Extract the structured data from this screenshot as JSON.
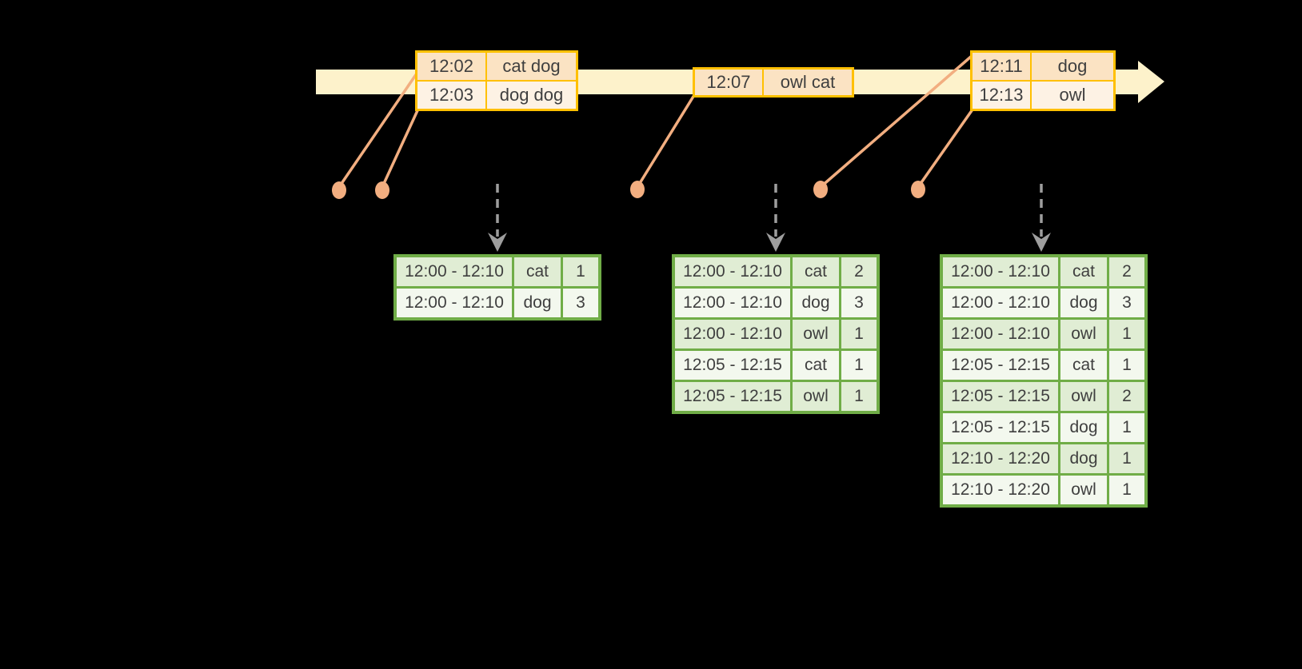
{
  "diagram": {
    "description": "event-time windowed counts over a streaming timeline",
    "colors": {
      "background": "#000000",
      "timeline_fill": "#FDF2CB",
      "event_table_border": "#FFC000",
      "event_row_dark": "#FBE3C3",
      "event_row_light": "#FDF2E4",
      "connector_salmon": "#F2AE80",
      "trigger_arrow_gray": "#9E9E9E",
      "result_table_border": "#70AD47",
      "result_row_dark": "#E0EDD4",
      "result_row_light": "#F3F8EE",
      "text": "#3F3F3F"
    }
  },
  "event_tables": [
    {
      "rows": [
        [
          "12:02",
          "cat dog"
        ],
        [
          "12:03",
          "dog dog"
        ]
      ]
    },
    {
      "rows": [
        [
          "12:07",
          "owl cat"
        ]
      ]
    },
    {
      "rows": [
        [
          "12:11",
          "dog"
        ],
        [
          "12:13",
          "owl"
        ]
      ]
    }
  ],
  "result_tables": [
    {
      "rows": [
        [
          "12:00 - 12:10",
          "cat",
          "1"
        ],
        [
          "12:00 - 12:10",
          "dog",
          "3"
        ]
      ]
    },
    {
      "rows": [
        [
          "12:00 - 12:10",
          "cat",
          "2"
        ],
        [
          "12:00 - 12:10",
          "dog",
          "3"
        ],
        [
          "12:00 - 12:10",
          "owl",
          "1"
        ],
        [
          "12:05 - 12:15",
          "cat",
          "1"
        ],
        [
          "12:05 - 12:15",
          "owl",
          "1"
        ]
      ]
    },
    {
      "rows": [
        [
          "12:00 - 12:10",
          "cat",
          "2"
        ],
        [
          "12:00 - 12:10",
          "dog",
          "3"
        ],
        [
          "12:00 - 12:10",
          "owl",
          "1"
        ],
        [
          "12:05 - 12:15",
          "cat",
          "1"
        ],
        [
          "12:05 - 12:15",
          "owl",
          "2"
        ],
        [
          "12:05 - 12:15",
          "dog",
          "1"
        ],
        [
          "12:10 - 12:20",
          "dog",
          "1"
        ],
        [
          "12:10 - 12:20",
          "owl",
          "1"
        ]
      ]
    }
  ]
}
